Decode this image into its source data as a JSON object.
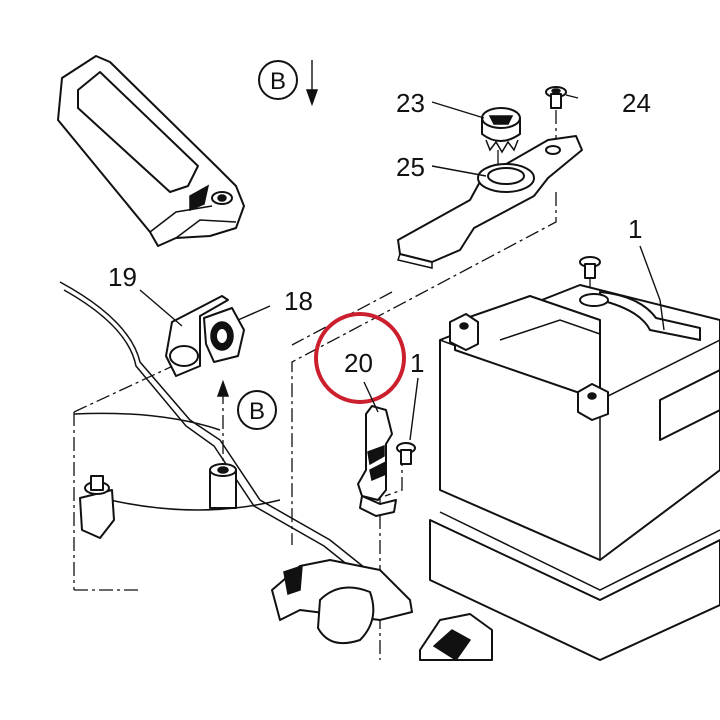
{
  "callouts": {
    "c23": "23",
    "c24": "24",
    "c25": "25",
    "c1_battery": "1",
    "c19": "19",
    "c18": "18",
    "c20": "20",
    "c1_bracket": "1"
  },
  "view_markers": {
    "top": "B",
    "left": "B"
  },
  "highlight_color": "#cc1f2e"
}
